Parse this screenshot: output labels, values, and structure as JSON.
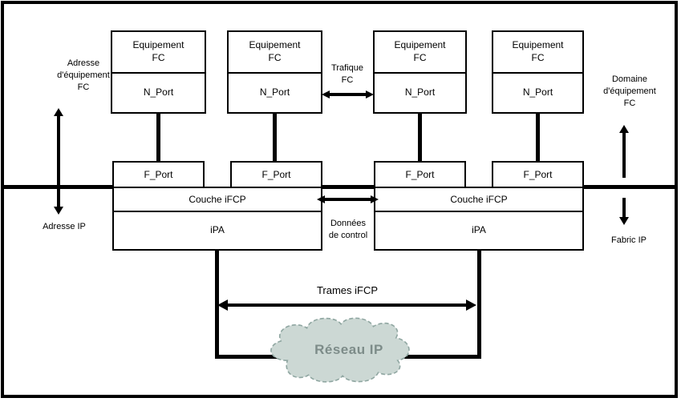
{
  "diagram": {
    "fc_devices": [
      {
        "name": "Equipement\nFC",
        "port": "N_Port"
      },
      {
        "name": "Equipement\nFC",
        "port": "N_Port"
      },
      {
        "name": "Equipement\nFC",
        "port": "N_Port"
      },
      {
        "name": "Equipement\nFC",
        "port": "N_Port"
      }
    ],
    "gateways": [
      {
        "f_ports": [
          "F_Port",
          "F_Port"
        ],
        "layer": "Couche iFCP",
        "portal": "iPA"
      },
      {
        "f_ports": [
          "F_Port",
          "F_Port"
        ],
        "layer": "Couche iFCP",
        "portal": "iPA"
      }
    ],
    "labels": {
      "fc_address": "Adresse\nd'équipement\nFC",
      "ip_address": "Adresse IP",
      "fc_domain": "Domaine\nd'équipement\nFC",
      "ip_fabric": "Fabric IP",
      "fc_traffic": "Trafique\nFC",
      "control_data": "Données\nde control",
      "ifcp_frames": "Trames iFCP",
      "ip_network": "Réseau IP"
    },
    "colors": {
      "line": "#000000",
      "background": "#ffffff",
      "cloud_fill": "#ccd8d4",
      "cloud_border": "#8fa6a1",
      "cloud_text": "#7d8c89"
    }
  }
}
